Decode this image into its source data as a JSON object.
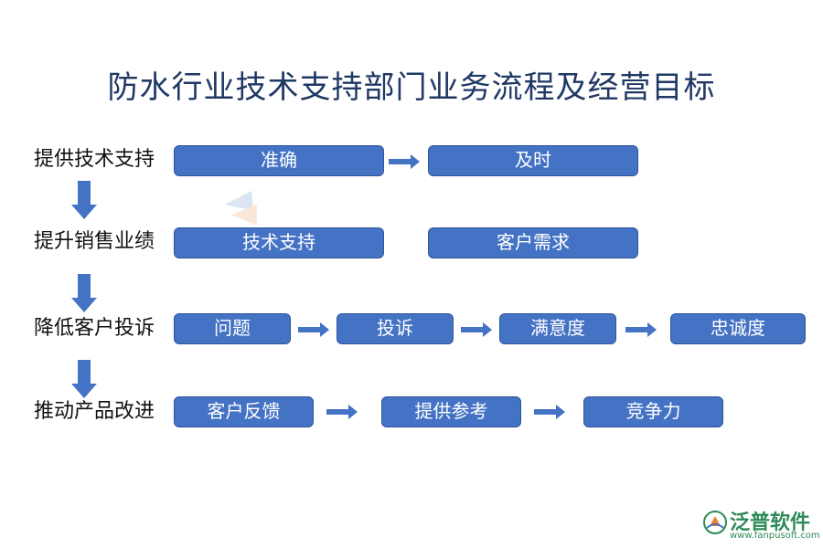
{
  "title": "防水行业技术支持部门业务流程及经营目标",
  "steps": [
    {
      "label": "提供技术支持",
      "boxes": [
        "准确",
        "及时"
      ]
    },
    {
      "label": "提升销售业绩",
      "boxes": [
        "技术支持",
        "客户需求"
      ]
    },
    {
      "label": "降低客户投诉",
      "boxes": [
        "问题",
        "投诉",
        "满意度",
        "忠诚度"
      ]
    },
    {
      "label": "推动产品改进",
      "boxes": [
        "客户反馈",
        "提供参考",
        "竞争力"
      ]
    }
  ],
  "brand": {
    "name": "泛普软件",
    "url": "www.fanpusoft.com"
  },
  "colors": {
    "box_fill": "#4472c4",
    "box_border": "#2f5597",
    "arrow": "#4472c4",
    "title": "#1f3864"
  }
}
